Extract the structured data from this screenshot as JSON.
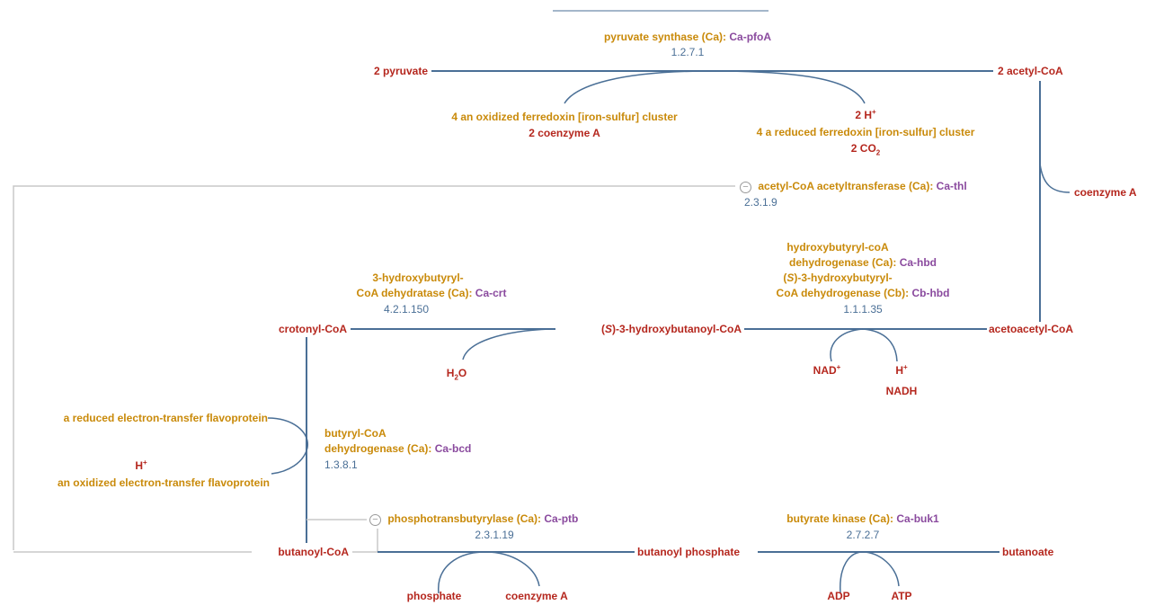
{
  "colors": {
    "compound": "#b5271e",
    "cofactor": "#c98a0a",
    "gene": "#8a4a9e",
    "ec": "#4a6f96",
    "main_arrow": "#4a6f96",
    "regulation_arrow": "#c8c8c8"
  },
  "compounds": {
    "pyruvate": "2 pyruvate",
    "acetyl_coa": "2 acetyl-CoA",
    "coenzyme_a_top": "coenzyme A",
    "acetoacetyl_coa": "acetoacetyl-CoA",
    "hydroxybutanoyl_coa_prefix": "(",
    "hydroxybutanoyl_coa_s": "S",
    "hydroxybutanoyl_coa_suffix": ")-3-hydroxybutanoyl-CoA",
    "crotonyl_coa": "crotonyl-CoA",
    "butanoyl_coa": "butanoyl-CoA",
    "butanoyl_phosphate": "butanoyl phosphate",
    "butanoate": "butanoate",
    "phosphate": "phosphate",
    "coenzyme_a_bottom": "coenzyme A",
    "adp": "ADP",
    "atp": "ATP",
    "h2o_main": "H",
    "h2o_sub": "2",
    "h2o_tail": "O",
    "nad": "NAD",
    "nad_sup": "+",
    "h_plus": "H",
    "h_plus_sup": "+",
    "nadh": "NADH",
    "h_bcd": "H",
    "h_bcd_sup": "+"
  },
  "cofactors": {
    "oxidized_ferredoxin": "4 an oxidized ferredoxin [iron-sulfur] cluster",
    "coenzyme_a_pfo": "2 coenzyme A",
    "two_h": "2 H",
    "two_h_sup": "+",
    "reduced_ferredoxin": "4 a reduced ferredoxin [iron-sulfur] cluster",
    "two_co2_main": "2 CO",
    "two_co2_sub": "2",
    "reduced_etf": "a reduced electron-transfer flavoprotein",
    "oxidized_etf": "an oxidized electron-transfer flavoprotein"
  },
  "enzymes": {
    "pfoa": {
      "name": "pyruvate synthase (Ca):",
      "gene": "Ca-pfoA",
      "ec": "1.2.7.1"
    },
    "thl": {
      "inhibitor": "−",
      "name": "acetyl-CoA acetyltransferase (Ca):",
      "gene": "Ca-thl",
      "ec": "2.3.1.9"
    },
    "hbd_ca": {
      "line1": "hydroxybutyryl-coA",
      "line2": "dehydrogenase (Ca):",
      "gene": "Ca-hbd"
    },
    "hbd_cb": {
      "line1_prefix": "(",
      "line1_s": "S",
      "line1_suffix": ")-3-hydroxybutyryl-",
      "line2": "CoA dehydrogenase (Cb):",
      "gene": "Cb-hbd",
      "ec": "1.1.1.35"
    },
    "crt": {
      "line1": "3-hydroxybutyryl-",
      "line2": "CoA dehydratase (Ca):",
      "gene": "Ca-crt",
      "ec": "4.2.1.150"
    },
    "bcd": {
      "line1": "butyryl-CoA",
      "line2": "dehydrogenase (Ca):",
      "gene": "Ca-bcd",
      "ec": "1.3.8.1"
    },
    "ptb": {
      "inhibitor": "−",
      "name": "phosphotransbutyrylase (Ca):",
      "gene": "Ca-ptb",
      "ec": "2.3.1.19"
    },
    "buk": {
      "name": "butyrate kinase (Ca):",
      "gene": "Ca-buk1",
      "ec": "2.7.2.7"
    }
  }
}
